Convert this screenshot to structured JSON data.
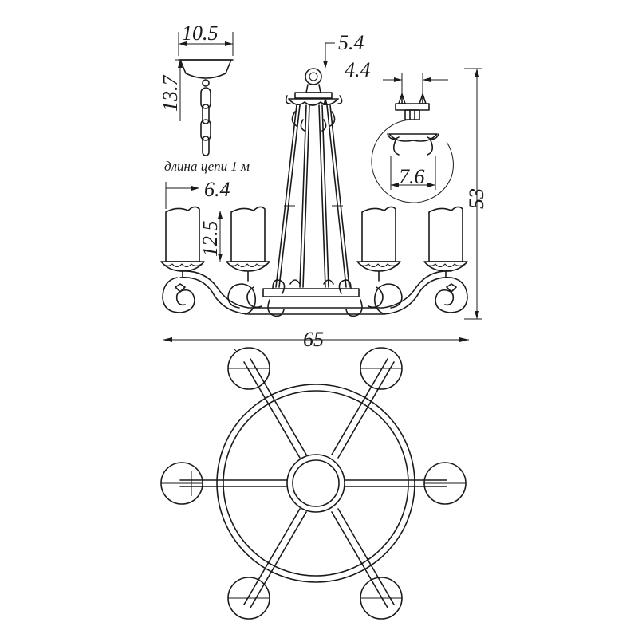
{
  "dimensions": {
    "canopy_width": "10.5",
    "canopy_height": "13.7",
    "top_ring": "5.4",
    "mount_width": "4.4",
    "bracket_width": "7.6",
    "candle_width": "6.4",
    "candle_height": "12.5",
    "total_width": "65",
    "total_height": "53"
  },
  "notes": {
    "chain_length": "длина цепи 1 м"
  }
}
